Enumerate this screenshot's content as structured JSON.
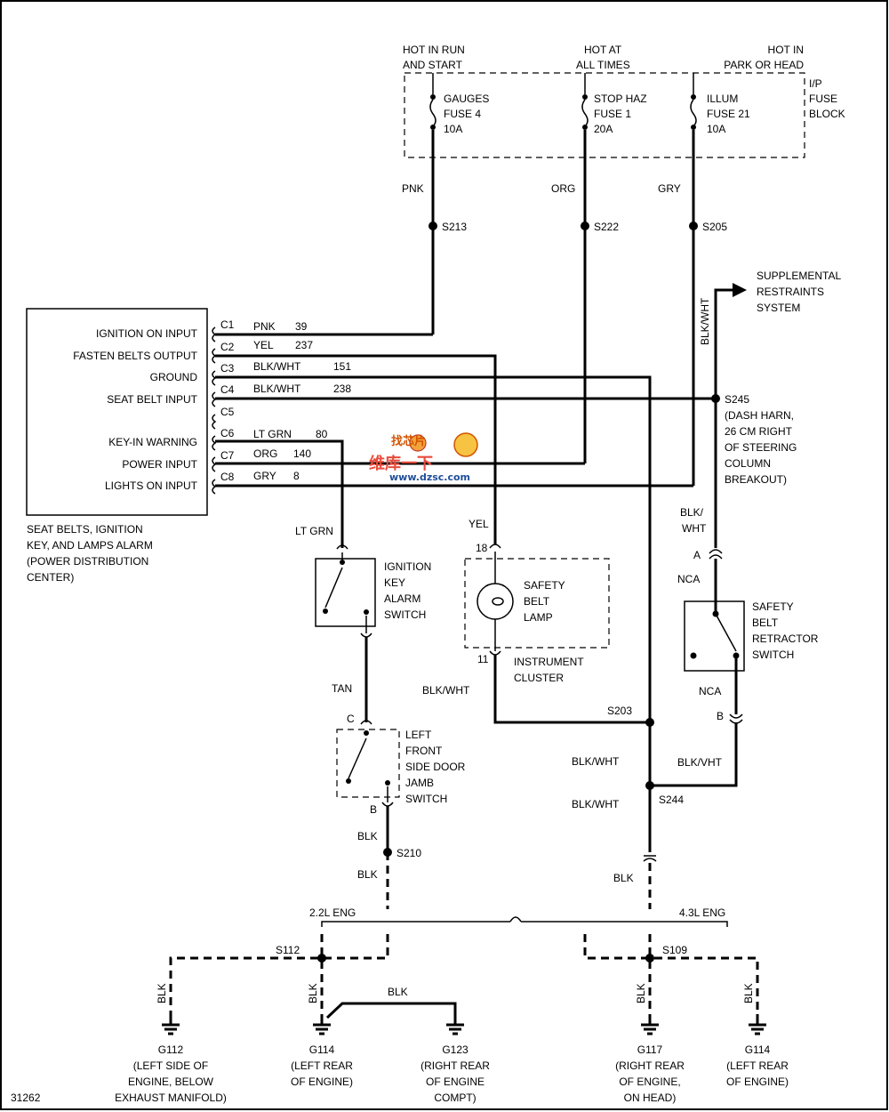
{
  "fuse_block": {
    "hot_run": [
      "HOT IN RUN",
      "AND START"
    ],
    "hot_all": [
      "HOT AT",
      "ALL TIMES"
    ],
    "hot_park": [
      "HOT IN",
      "PARK OR HEAD"
    ],
    "label": [
      "I/P",
      "FUSE",
      "BLOCK"
    ],
    "fuse_gauges": [
      "GAUGES",
      "FUSE 4",
      "10A"
    ],
    "fuse_stop": [
      "STOP HAZ",
      "FUSE 1",
      "20A"
    ],
    "fuse_illum": [
      "ILLUM",
      "FUSE 21",
      "10A"
    ]
  },
  "wires": {
    "pnk": "PNK",
    "org": "ORG",
    "gry": "GRY",
    "yel": "YEL",
    "lt_grn": "LT GRN",
    "tan": "TAN",
    "blk": "BLK",
    "blk_wht": "BLK/WHT",
    "blk_wht_slash": "BLK/",
    "wht": "WHT",
    "blk_vwht": "BLK/VHT"
  },
  "splices": {
    "s213": "S213",
    "s222": "S222",
    "s205": "S205",
    "s245": "S245",
    "s203": "S203",
    "s244": "S244",
    "s210": "S210",
    "s112": "S112",
    "s109": "S109"
  },
  "s245_note": [
    "(DASH HARN,",
    "26 CM RIGHT",
    "OF STEERING",
    "COLUMN",
    "BREAKOUT)"
  ],
  "srs": [
    "SUPPLEMENTAL",
    "RESTRAINTS",
    "SYSTEM"
  ],
  "module": {
    "pins": [
      {
        "label": "IGNITION ON INPUT",
        "pin": "C1",
        "color": "PNK",
        "circuit": "39"
      },
      {
        "label": "FASTEN BELTS OUTPUT",
        "pin": "C2",
        "color": "YEL",
        "circuit": "237"
      },
      {
        "label": "GROUND",
        "pin": "C3",
        "color": "BLK/WHT",
        "circuit": "151"
      },
      {
        "label": "SEAT BELT INPUT",
        "pin": "C4",
        "color": "BLK/WHT",
        "circuit": "238"
      },
      {
        "label": "",
        "pin": "C5",
        "color": "",
        "circuit": ""
      },
      {
        "label": "KEY-IN WARNING",
        "pin": "C6",
        "color": "LT GRN",
        "circuit": "80"
      },
      {
        "label": "POWER INPUT",
        "pin": "C7",
        "color": "ORG",
        "circuit": "140"
      },
      {
        "label": "LIGHTS ON INPUT",
        "pin": "C8",
        "color": "GRY",
        "circuit": "8"
      }
    ],
    "caption": [
      "SEAT BELTS, IGNITION",
      "KEY, AND LAMPS ALARM",
      "(POWER DISTRIBUTION",
      "CENTER)"
    ]
  },
  "ignition_switch": [
    "IGNITION",
    "KEY",
    "ALARM",
    "SWITCH"
  ],
  "door_switch": [
    "LEFT",
    "FRONT",
    "SIDE DOOR",
    "JAMB",
    "SWITCH"
  ],
  "lamp": {
    "label": [
      "SAFETY",
      "BELT",
      "LAMP"
    ],
    "pin_top": "18",
    "pin_bottom": "11",
    "cluster": [
      "INSTRUMENT",
      "CLUSTER"
    ]
  },
  "retractor": {
    "label": [
      "SAFETY",
      "BELT",
      "RETRACTOR",
      "SWITCH"
    ],
    "nca": "NCA",
    "pin_a": "A",
    "pin_b": "B"
  },
  "connectors": {
    "c": "C",
    "b": "B"
  },
  "engine": {
    "left": "2.2L ENG",
    "right": "4.3L ENG"
  },
  "grounds": [
    {
      "id": "G112",
      "desc": [
        "(LEFT SIDE OF",
        "ENGINE, BELOW",
        "EXHAUST MANIFOLD)"
      ]
    },
    {
      "id": "G114",
      "desc": [
        "(LEFT REAR",
        "OF ENGINE)"
      ]
    },
    {
      "id": "G123",
      "desc": [
        "(RIGHT REAR",
        "OF ENGINE",
        "COMPT)"
      ]
    },
    {
      "id": "G117",
      "desc": [
        "(RIGHT REAR",
        "OF ENGINE,",
        "ON HEAD)"
      ]
    },
    {
      "id": "G114",
      "desc": [
        "(LEFT REAR",
        "OF ENGINE)"
      ]
    }
  ],
  "figure_number": "31262",
  "watermark": {
    "cn": "维库一下",
    "url": "www.dzsc.com",
    "logo": "找芯片"
  }
}
